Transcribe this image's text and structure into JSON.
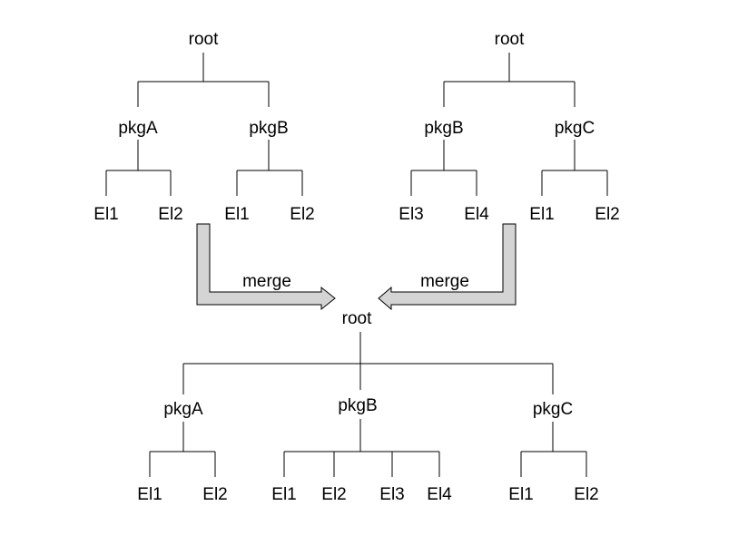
{
  "colors": {
    "line": "#000000",
    "arrow_fill": "#d4d4d4",
    "background": "#ffffff"
  },
  "trees": {
    "left": {
      "root": "root",
      "children": [
        {
          "label": "pkgA",
          "children": [
            "El1",
            "El2"
          ]
        },
        {
          "label": "pkgB",
          "children": [
            "El1",
            "El2"
          ]
        }
      ]
    },
    "right": {
      "root": "root",
      "children": [
        {
          "label": "pkgB",
          "children": [
            "El3",
            "El4"
          ]
        },
        {
          "label": "pkgC",
          "children": [
            "El1",
            "El2"
          ]
        }
      ]
    },
    "merged": {
      "root": "root",
      "children": [
        {
          "label": "pkgA",
          "children": [
            "El1",
            "El2"
          ]
        },
        {
          "label": "pkgB",
          "children": [
            "El1",
            "El2",
            "El3",
            "El4"
          ]
        },
        {
          "label": "pkgC",
          "children": [
            "El1",
            "El2"
          ]
        }
      ]
    }
  },
  "arrows": {
    "left_label": "merge",
    "right_label": "merge"
  }
}
